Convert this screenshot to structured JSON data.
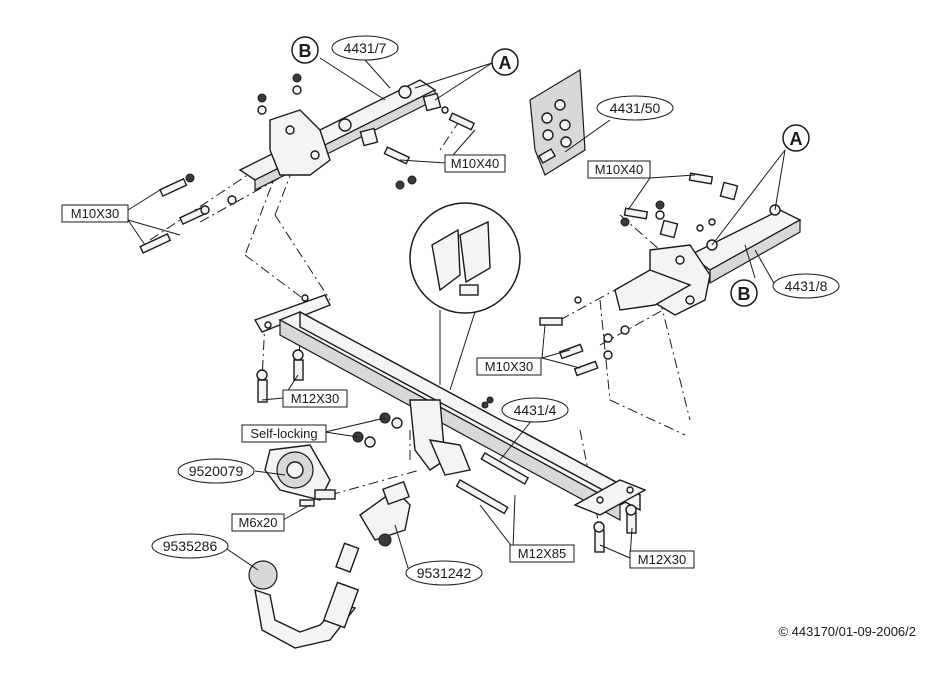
{
  "labels": {
    "part_4431_7": "4431/7",
    "part_4431_50": "4431/50",
    "part_4431_8": "4431/8",
    "part_4431_4": "4431/4",
    "part_9520079": "9520079",
    "part_9535286": "9535286",
    "part_9531242": "9531242",
    "bolt_m10x40_left": "M10X40",
    "bolt_m10x40_right": "M10X40",
    "bolt_m10x30_left": "M10X30",
    "bolt_m10x30_right": "M10X30",
    "bolt_m12x30_left": "M12X30",
    "bolt_m12x30_right": "M12X30",
    "bolt_m12x85": "M12X85",
    "bolt_m6x20": "M6x20",
    "nut_self_locking": "Self-locking",
    "marker_a_left": "A",
    "marker_a_right": "A",
    "marker_b_left": "B",
    "marker_b_right": "B"
  },
  "copyright": "© 443170/01-09-2006/2"
}
